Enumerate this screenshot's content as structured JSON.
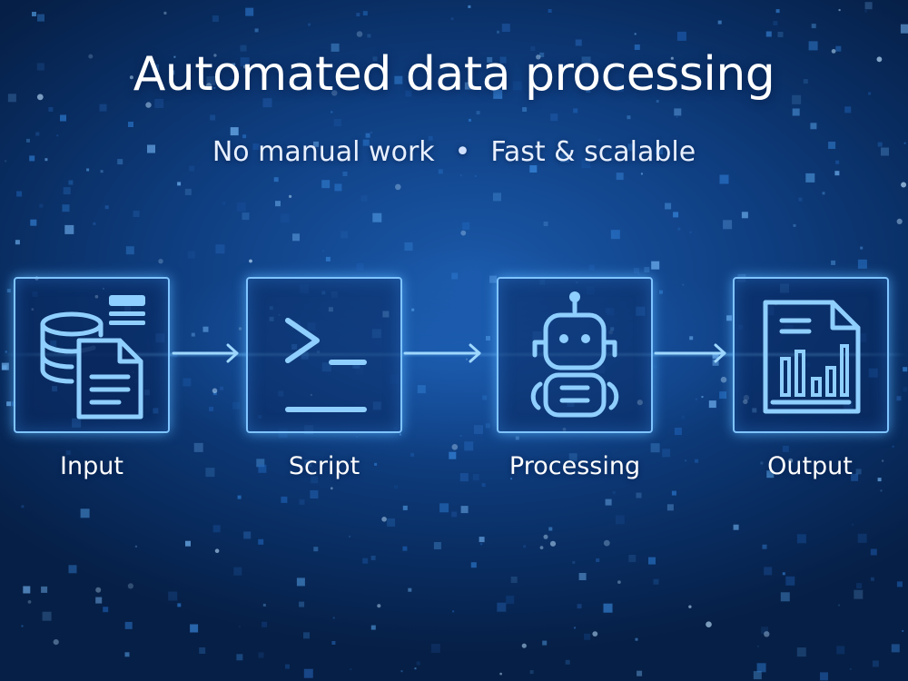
{
  "header": {
    "title": "Automated data processing",
    "subtitle_left": "No manual work",
    "subtitle_separator": "•",
    "subtitle_right": "Fast & scalable"
  },
  "steps": [
    {
      "label": "Input",
      "icon": "database-document-icon"
    },
    {
      "label": "Script",
      "icon": "terminal-prompt-icon"
    },
    {
      "label": "Processing",
      "icon": "robot-icon"
    },
    {
      "label": "Output",
      "icon": "report-chart-icon"
    }
  ],
  "colors": {
    "background": "#0f3f82",
    "accent": "#7fc4ff",
    "icon": "#8fcfff",
    "text": "#ffffff"
  }
}
